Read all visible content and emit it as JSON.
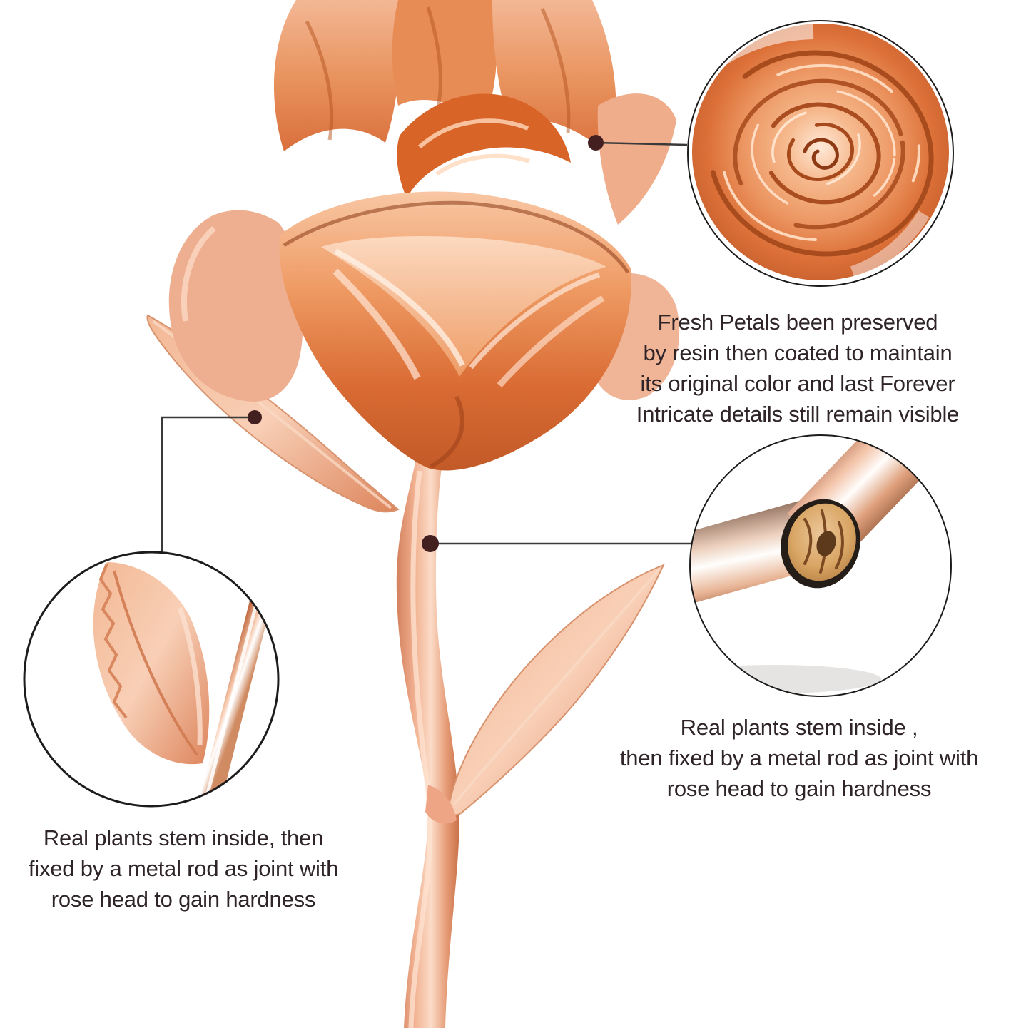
{
  "page": {
    "background": "#ffffff"
  },
  "colors": {
    "copper_light": "#f7cdb4",
    "copper_mid": "#e89a72",
    "copper_deep": "#c65a28",
    "text": "#2f2428",
    "callout_line": "#3a3a3a",
    "callout_dot": "#441f20",
    "circle_outline": "#1c1c1c",
    "wood": "#d9a665"
  },
  "callouts": {
    "petals": {
      "lines": [
        "Fresh Petals been preserved",
        "by resin then coated to maintain",
        "its original color and last Forever",
        "Intricate details still remain visible"
      ]
    },
    "stem_right": {
      "lines": [
        "Real plants stem inside ,",
        "then fixed by a metal rod as joint with",
        "rose head to gain hardness"
      ]
    },
    "stem_left": {
      "lines": [
        "Real plants stem inside, then",
        "fixed by a metal rod as joint with",
        "rose head to gain hardness"
      ]
    }
  }
}
